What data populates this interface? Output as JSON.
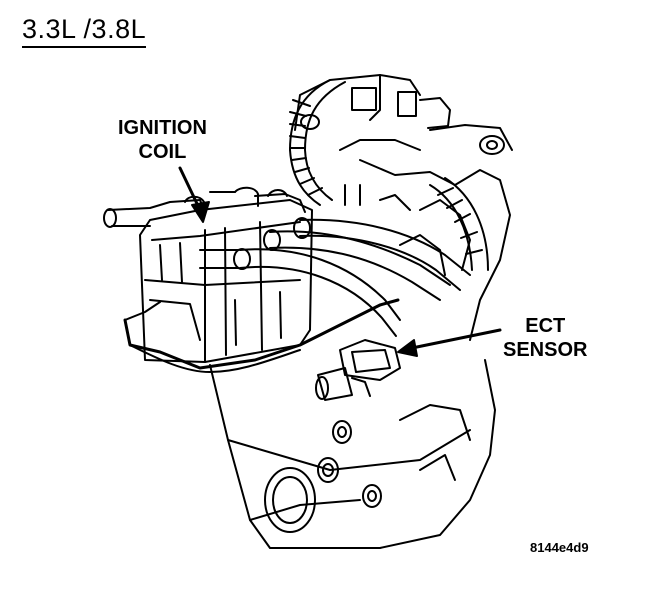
{
  "title": "3.3L /3.8L",
  "callouts": {
    "ignition_coil": [
      "IGNITION",
      "COIL"
    ],
    "ect_sensor": [
      "ECT",
      "SENSOR"
    ]
  },
  "figure_id": "8144e4d9",
  "colors": {
    "line": "#000000",
    "background": "#ffffff"
  }
}
